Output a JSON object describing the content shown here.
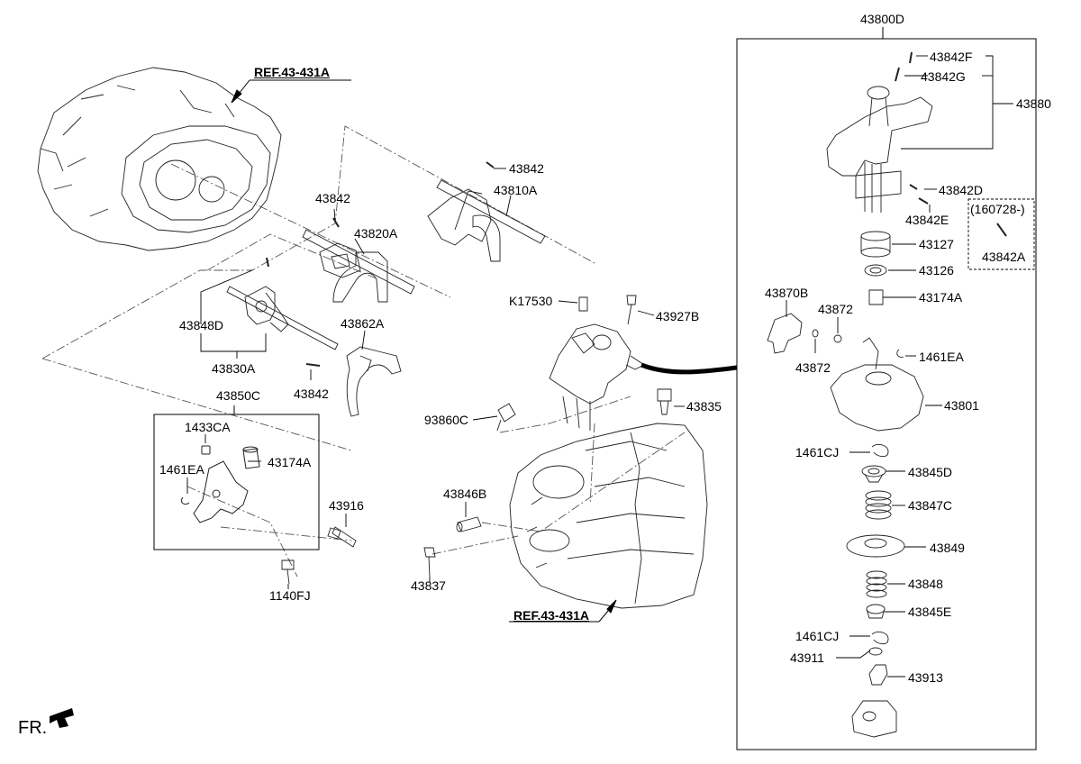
{
  "ref_top": "REF.43-431A",
  "ref_bottom": "REF.43-431A",
  "fr_label": "FR.",
  "labels": {
    "p43800D": "43800D",
    "p43842F": "43842F",
    "p43842G": "43842G",
    "p43880": "43880",
    "p43842D": "43842D",
    "p43842E": "43842E",
    "p160728": "(160728-)",
    "p43842A": "43842A",
    "p43127": "43127",
    "p43126": "43126",
    "p43870B": "43870B",
    "p43174A_r": "43174A",
    "p43872_a": "43872",
    "p43872_b": "43872",
    "p1461EA_r": "1461EA",
    "p43801": "43801",
    "p1461CJ_a": "1461CJ",
    "p43845D": "43845D",
    "p43847C": "43847C",
    "p43849": "43849",
    "p43848": "43848",
    "p43845E": "43845E",
    "p1461CJ_b": "1461CJ",
    "p43911": "43911",
    "p43913": "43913",
    "p43842_1": "43842",
    "p43810A": "43810A",
    "p43842_2": "43842",
    "p43820A": "43820A",
    "p43848D": "43848D",
    "p43862A": "43862A",
    "p43830A": "43830A",
    "p43842_3": "43842",
    "p43850C": "43850C",
    "p1433CA": "1433CA",
    "p1461EA_l": "1461EA",
    "p43174A_l": "43174A",
    "p43916": "43916",
    "p1140FJ": "1140FJ",
    "pK17530": "K17530",
    "p43927B": "43927B",
    "p93860C": "93860C",
    "p43835": "43835",
    "p43846B": "43846B",
    "p43837": "43837"
  }
}
